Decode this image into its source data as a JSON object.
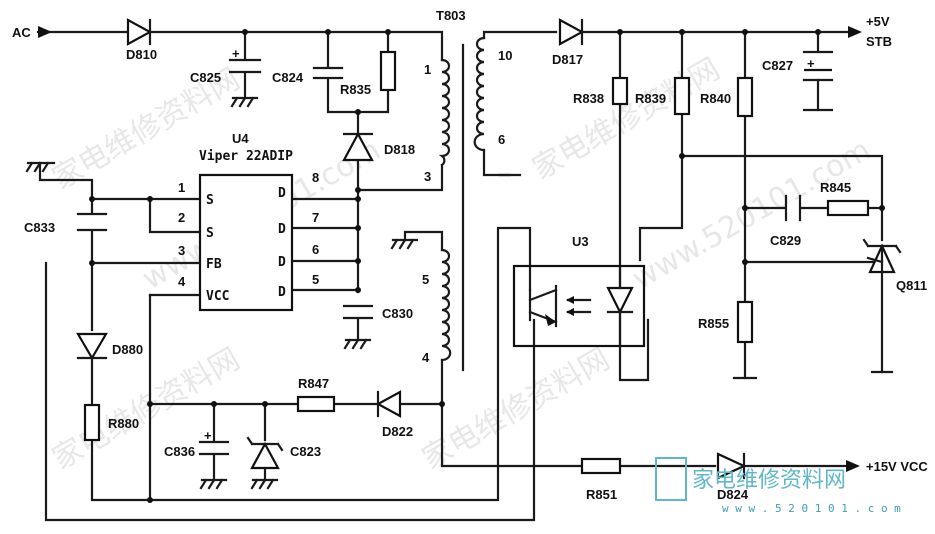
{
  "power_labels": {
    "ac": "AC",
    "stb": [
      "+5V",
      "STB"
    ],
    "vcc": "+15V VCC"
  },
  "ic_u4": {
    "ref": "U4",
    "part": "Viper 22ADIP",
    "pins": [
      {
        "num": "1",
        "name": "S"
      },
      {
        "num": "2",
        "name": "S"
      },
      {
        "num": "3",
        "name": "FB"
      },
      {
        "num": "4",
        "name": "VCC"
      },
      {
        "num": "8",
        "name": "D"
      },
      {
        "num": "7",
        "name": "D"
      },
      {
        "num": "6",
        "name": "D"
      },
      {
        "num": "5",
        "name": "D"
      }
    ]
  },
  "transformer": {
    "ref": "T803",
    "pins": [
      "1",
      "3",
      "5",
      "4",
      "10",
      "6"
    ]
  },
  "optocoupler": {
    "ref": "U3"
  },
  "components": {
    "d810": "D810",
    "c825": "C825",
    "c824": "C824",
    "r835": "R835",
    "d818": "D818",
    "c833": "C833",
    "d880": "D880",
    "r880": "R880",
    "c830": "C830",
    "c836": "C836",
    "c823": "C823",
    "r847": "R847",
    "d822": "D822",
    "d817": "D817",
    "r838": "R838",
    "r839": "R839",
    "r840": "R840",
    "c827": "C827",
    "r845": "R845",
    "c829": "C829",
    "q811": "Q811",
    "r855": "R855",
    "r851": "R851",
    "d824": "D824"
  },
  "watermark": {
    "logo": "家电维修资料网",
    "url": "w w w . 5 2 0 1 0 1 . c o m",
    "diag": [
      "家电维修资料网",
      "www.520101.com"
    ]
  }
}
